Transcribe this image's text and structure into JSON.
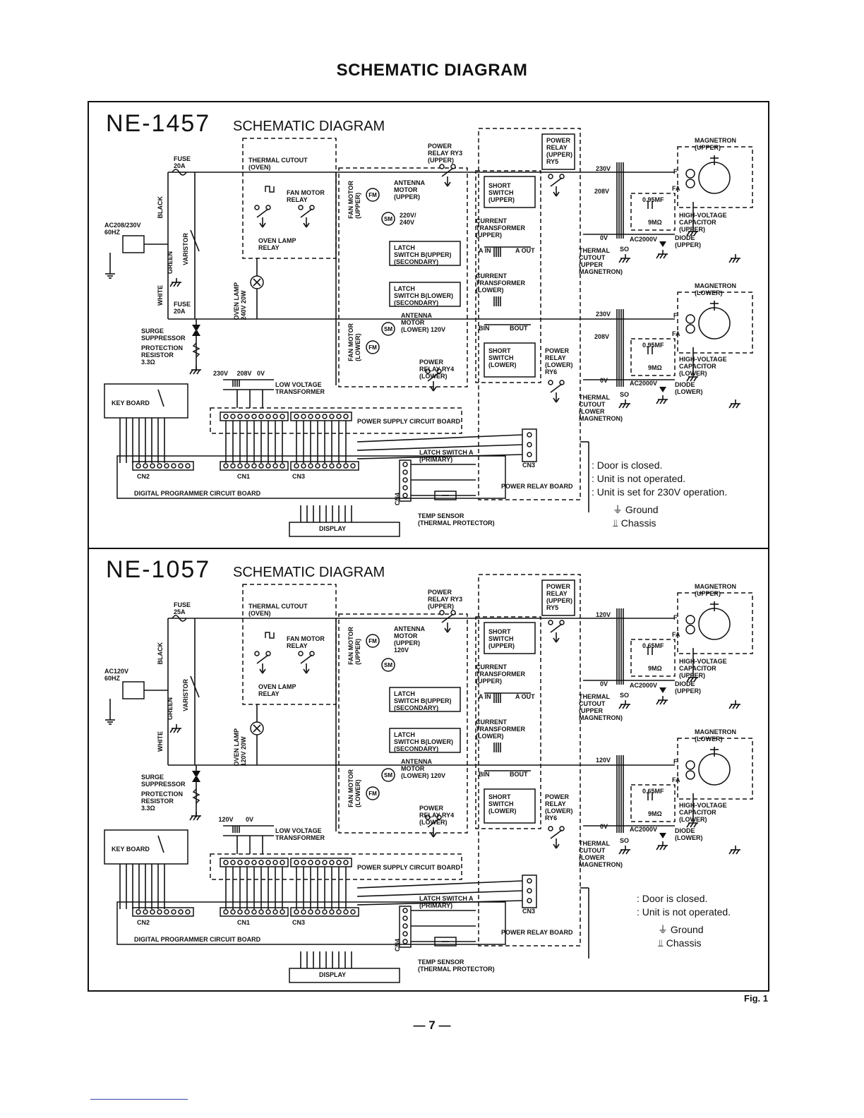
{
  "page": {
    "title": "SCHEMATIC DIAGRAM",
    "fig_label": "Fig. 1",
    "page_number": "— 7 —"
  },
  "diagrams": [
    {
      "model": "NE-1457",
      "subtitle": "SCHEMATIC DIAGRAM",
      "labels": {
        "fuse_top": "FUSE\n20A",
        "fuse_bottom": "FUSE\n20A",
        "ac_input": "AC208/230V\n60Hz",
        "black": "BLACK",
        "white": "WHITE",
        "green": "GREEN",
        "varistor": "VARISTOR",
        "thermal_cutout_oven": "THERMAL CUTOUT\n(OVEN)",
        "fan_motor_relay": "FAN MOTOR\nRELAY",
        "oven_lamp_relay": "OVEN LAMP\nRELAY",
        "oven_lamp": "OVEN LAMP\n240V 20W",
        "surge_suppressor": "SURGE\nSUPPRESSOR",
        "protection_resistor": "PROTECTION\nRESISTOR\n3.3Ω",
        "power_relay_ry3": "POWER\nRELAY RY3\n(UPPER)",
        "antenna_motor_upper": "ANTENNA\nMOTOR\n(UPPER)",
        "fan_motor_upper": "FAN MOTOR\n(UPPER)",
        "sm_voltage": "220V/\n240V",
        "short_switch_upper": "SHORT\nSWITCH\n(UPPER)",
        "power_relay_ry5": "POWER\nRELAY\n(UPPER)\nRY5",
        "current_transformer_upper": "CURRENT\nTRANSFORMER\n(UPPER)",
        "latch_switch_b_upper": "LATCH\nSWITCH B(UPPER)\n(SECONDARY)",
        "a_in": "A IN",
        "a_out": "A OUT",
        "current_transformer_lower": "CURRENT\nTRANSFORMER\n(LOWER)",
        "latch_switch_b_lower": "LATCH\nSWITCH B(LOWER)\n(SECONDARY)",
        "antenna_motor_lower": "ANTENNA\nMOTOR\n(LOWER) 120V",
        "fan_motor_lower": "FAN MOTOR\n(LOWER)",
        "b_in": "BIN",
        "b_out": "BOUT",
        "short_switch_lower": "SHORT\nSWITCH\n(LOWER)",
        "power_relay_ry4": "POWER\nRELAY RY4\n(LOWER)",
        "power_relay_ry6": "POWER\nRELAY\n(LOWER)\nRY6",
        "low_voltage_transformer": "LOW VOLTAGE\nTRANSFORMER",
        "ltr_taps": "230V     208V   0V",
        "key_board": "KEY BOARD",
        "power_supply_board": "POWER SUPPLY CIRCUIT BOARD",
        "latch_switch_a": "LATCH SWITCH A\n(PRIMARY)",
        "cn2": "CN2",
        "cn1": "CN1",
        "cn3_dp": "CN3",
        "cn3_relay": "CN3",
        "cn4": "CN4",
        "digital_programmer": "DIGITAL PROGRAMMER CIRCUIT BOARD",
        "power_relay_board": "POWER RELAY BOARD",
        "temp_sensor": "TEMP SENSOR\n(THERMAL PROTECTOR)",
        "display": "DISPLAY",
        "magnetron_upper": "MAGNETRON\n(UPPER)",
        "tap_230_upper": "230V",
        "tap_208_upper": "208V",
        "cap_upper": "0.95μF",
        "res_upper": "9MΩ",
        "hv_cap_upper": "HIGH-VOLTAGE\nCAPACITOR\n(UPPER)",
        "ov_upper": "0V",
        "ac2000_upper": "AC2000V",
        "diode_upper": "DIODE\n(UPPER)",
        "thermal_cutout_upper": "THERMAL\nCUTOUT\n(UPPER\nMAGNETRON)",
        "so_upper": "SO",
        "f_upper": "F",
        "fa_upper": "FA",
        "magnetron_lower": "MAGNETRON\n(LOWER)",
        "tap_230_lower": "230V",
        "tap_208_lower": "208V",
        "cap_lower": "0.95μF",
        "res_lower": "9MΩ",
        "hv_cap_lower": "HIGH-VOLTAGE\nCAPACITOR\n(LOWER)",
        "ov_lower": "0V",
        "ac2000_lower": "AC2000V",
        "diode_lower": "DIODE\n(LOWER)",
        "thermal_cutout_lower": "THERMAL\nCUTOUT\n(LOWER\nMAGNETRON)",
        "so_lower": "SO",
        "f_lower": "F",
        "fa_lower": "FA"
      },
      "legend": [
        ": Door is closed.",
        ": Unit is not operated.",
        ": Unit is set for 230V operation."
      ],
      "legend_symbols": [
        "Ground",
        "Chassis"
      ]
    },
    {
      "model": "NE-1057",
      "subtitle": "SCHEMATIC DIAGRAM",
      "labels": {
        "fuse_top": "FUSE\n25A",
        "fuse_bottom": "",
        "ac_input": "AC120V\n60Hz",
        "black": "BLACK",
        "white": "WHITE",
        "green": "GREEN",
        "varistor": "VARISTOR",
        "thermal_cutout_oven": "THERMAL CUTOUT\n(OVEN)",
        "fan_motor_relay": "FAN MOTOR\nRELAY",
        "oven_lamp_relay": "OVEN LAMP\nRELAY",
        "oven_lamp": "OVEN LAMP\n120V 20W",
        "surge_suppressor": "SURGE\nSUPPRESSOR",
        "protection_resistor": "PROTECTION\nRESISTOR\n3.3Ω",
        "power_relay_ry3": "POWER\nRELAY RY3\n(UPPER)",
        "antenna_motor_upper": "ANTENNA\nMOTOR\n(UPPER)\n120V",
        "fan_motor_upper": "FAN MOTOR\n(UPPER)",
        "sm_voltage": "",
        "short_switch_upper": "SHORT\nSWITCH\n(UPPER)",
        "power_relay_ry5": "POWER\nRELAY\n(UPPER)\nRY5",
        "current_transformer_upper": "CURRENT\nTRANSFORMER\n(UPPER)",
        "latch_switch_b_upper": "LATCH\nSWITCH B(UPPER)\n(SECONDARY)",
        "a_in": "A IN",
        "a_out": "A OUT",
        "current_transformer_lower": "CURRENT\nTRANSFORMER\n(LOWER)",
        "latch_switch_b_lower": "LATCH\nSWITCH B(LOWER)\n(SECONDARY)",
        "antenna_motor_lower": "ANTENNA\nMOTOR\n(LOWER) 120V",
        "fan_motor_lower": "FAN MOTOR\n(LOWER)",
        "b_in": "BIN",
        "b_out": "BOUT",
        "short_switch_lower": "SHORT\nSWITCH\n(LOWER)",
        "power_relay_ry4": "POWER\nRELAY RY4\n(LOWER)",
        "power_relay_ry6": "POWER\nRELAY\n(LOWER)\nRY6",
        "low_voltage_transformer": "LOW VOLTAGE\nTRANSFORMER",
        "ltr_taps": "   120V       0V",
        "key_board": "KEY BOARD",
        "power_supply_board": "POWER SUPPLY CIRCUIT BOARD",
        "latch_switch_a": "LATCH SWITCH A\n(PRIMARY)",
        "cn2": "CN2",
        "cn1": "CN1",
        "cn3_dp": "CN3",
        "cn3_relay": "CN3",
        "cn4": "CN4",
        "digital_programmer": "DIGITAL PROGRAMMER CIRCUIT BOARD",
        "power_relay_board": "POWER RELAY BOARD",
        "temp_sensor": "TEMP SENSOR\n(THERMAL PROTECTOR)",
        "display": "DISPLAY",
        "magnetron_upper": "MAGNETRON\n(UPPER)",
        "tap_230_upper": "120V",
        "tap_208_upper": "",
        "cap_upper": "0.65μF",
        "res_upper": "9MΩ",
        "hv_cap_upper": "HIGH-VOLTAGE\nCAPACITOR\n(UPPER)",
        "ov_upper": "0V",
        "ac2000_upper": "AC2000V",
        "diode_upper": "DIODE\n(UPPER)",
        "thermal_cutout_upper": "THERMAL\nCUTOUT\n(UPPER\nMAGNETRON)",
        "so_upper": "SO",
        "f_upper": "F",
        "fa_upper": "FA",
        "magnetron_lower": "MAGNETRON\n(LOWER)",
        "tap_230_lower": "120V",
        "tap_208_lower": "",
        "cap_lower": "0.65μF",
        "res_lower": "9MΩ",
        "hv_cap_lower": "HIGH-VOLTAGE\nCAPACITOR\n(LOWER)",
        "ov_lower": "0V",
        "ac2000_lower": "AC2000V",
        "diode_lower": "DIODE\n(LOWER)",
        "thermal_cutout_lower": "THERMAL\nCUTOUT\n(LOWER\nMAGNETRON)",
        "so_lower": "SO",
        "f_lower": "F",
        "fa_lower": "FA"
      },
      "legend": [
        ": Door is closed.",
        ": Unit is not operated."
      ],
      "legend_symbols": [
        "Ground",
        "Chassis"
      ]
    }
  ]
}
